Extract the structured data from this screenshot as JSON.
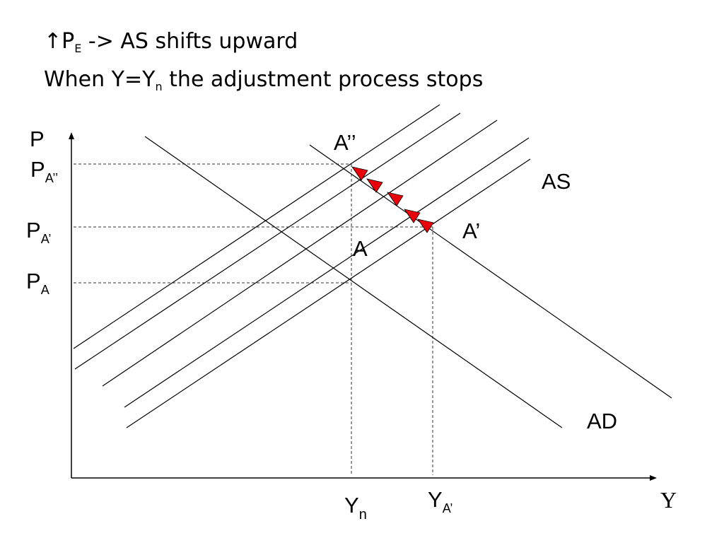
{
  "title": {
    "arrow_glyph": "↑",
    "line1_P": "P",
    "line1_sub": "E",
    "line1_rest": " -> AS shifts upward",
    "line2_pre": "When Y=Y",
    "line2_sub": "n",
    "line2_rest": " the adjustment process stops"
  },
  "axes": {
    "y_label": "P",
    "x_label": "Y"
  },
  "price_labels": [
    {
      "main": "P",
      "sub": "A’’"
    },
    {
      "main": "P",
      "sub": "A’"
    },
    {
      "main": "P",
      "sub": "A"
    }
  ],
  "quantity_labels": [
    {
      "main": "Y",
      "sub": "n"
    },
    {
      "main": "Y",
      "sub": "A’"
    }
  ],
  "point_labels": {
    "a_double_prime": "A’’",
    "a_prime": "A’",
    "a": "A"
  },
  "curve_labels": {
    "as": "AS",
    "ad": "AD"
  },
  "colors": {
    "arrow_fill": "#e8000b",
    "line": "#000000"
  },
  "curves": {
    "as_curve_count": 5,
    "ad_curve_count": 2
  }
}
